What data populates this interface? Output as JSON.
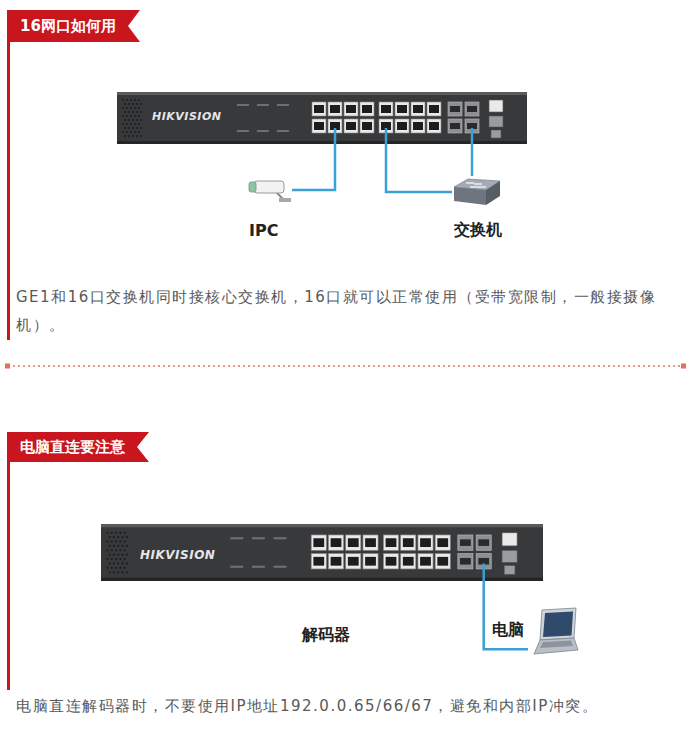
{
  "diagram": {
    "nodes": [
      {
        "text": [
          "16网口如何用"
        ]
      },
      {
        "text": [
          "HIKVISION"
        ]
      },
      {
        "text": [
          "IPC"
        ]
      },
      {
        "text": [
          "交换机"
        ]
      },
      {
        "text": [
          "电脑直连要注意"
        ]
      },
      {
        "text": [
          "HIKVISION",
          "解码器"
        ]
      },
      {
        "text": [
          "电脑"
        ]
      }
    ],
    "edges": [
      {
        "from": 1,
        "to": 2,
        "arrow": "none"
      },
      {
        "from": 1,
        "to": 3,
        "arrow": "none"
      },
      {
        "from": 1,
        "to": 3,
        "arrow": "none"
      },
      {
        "from": 5,
        "to": 6,
        "arrow": "none"
      }
    ],
    "labels": [
      "GE1和16口交换机同时接核心交换机，16口就可以正常使用（受带宽限制，一般接摄像机）。",
      "电脑直连解码器时，不要使用IP地址192.0.0.65/66/67，避免和内部IP冲突。"
    ]
  }
}
